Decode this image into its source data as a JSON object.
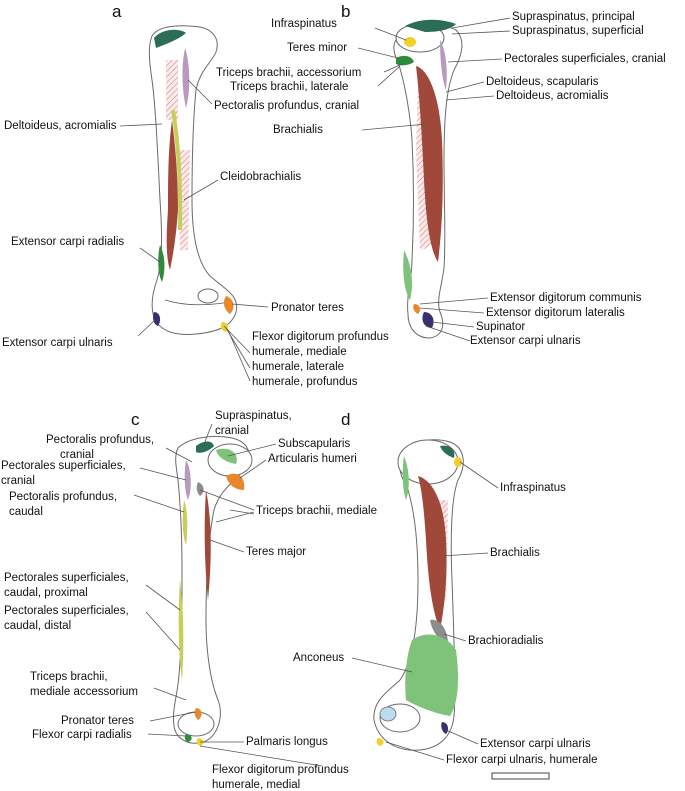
{
  "colors": {
    "muscle_brown": "#a0483a",
    "muscle_green": "#2f8a3c",
    "muscle_lightgreen": "#7fc27a",
    "muscle_yellowgreen": "#c7cf58",
    "muscle_purple": "#b89abf",
    "muscle_darkpurple": "#3a2f6e",
    "muscle_orange": "#e7892a",
    "muscle_yellow": "#f2d028",
    "muscle_grey": "#8c8c8c",
    "muscle_teal": "#2c6e55",
    "muscle_lightblue": "#b9dcef",
    "bone_outline": "#6a6a6a"
  },
  "panels": {
    "a": {
      "letter": "a",
      "labels": {
        "deltoideus_acromialis": "Deltoideus, acromialis",
        "pectoralis_profundus_cranial": "Pectoralis profundus, cranial",
        "cleidobrachialis": "Cleidobrachialis",
        "extensor_carpi_radialis": "Extensor carpi radialis",
        "pronator_teres": "Pronator teres",
        "extensor_carpi_ulnaris": "Extensor carpi ulnaris",
        "fdp_1": "Flexor digitorum profundus",
        "fdp_2": "humerale, mediale",
        "fdp_3": "humerale, laterale",
        "fdp_4": "humerale, profundus"
      }
    },
    "b": {
      "letter": "b",
      "labels": {
        "infraspinatus": "Infraspinatus",
        "supraspinatus_principal": "Supraspinatus, principal",
        "supraspinatus_superficial": "Supraspinatus, superficial",
        "teres_minor": "Teres minor",
        "pectorales_superficiales_cranial": "Pectorales superficiales, cranial",
        "triceps_accessorium": "Triceps brachii, accessorium",
        "triceps_laterale": "Triceps brachii, laterale",
        "deltoideus_scapularis": "Deltoideus, scapularis",
        "deltoideus_acromialis": "Deltoideus, acromialis",
        "brachialis": "Brachialis",
        "extensor_digitorum_communis": "Extensor digitorum communis",
        "extensor_digitorum_lateralis": "Extensor digitorum lateralis",
        "supinator": "Supinator",
        "extensor_carpi_ulnaris": "Extensor carpi ulnaris"
      }
    },
    "c": {
      "letter": "c",
      "labels": {
        "supraspinatus_1": "Supraspinatus,",
        "supraspinatus_2": "cranial",
        "pect_prof_cranial_1": "Pectoralis profundus,",
        "pect_prof_cranial_2": "cranial",
        "subscapularis": "Subscapularis",
        "articularis_humeri": "Articularis humeri",
        "pect_sup_cranial_1": "Pectorales superficiales,",
        "pect_sup_cranial_2": "cranial",
        "pect_prof_caudal_1": "Pectoralis profundus,",
        "pect_prof_caudal_2": "caudal",
        "triceps_mediale": "Triceps brachii, mediale",
        "teres_major": "Teres major",
        "pect_sup_caudal_prox_1": "Pectorales superficiales,",
        "pect_sup_caudal_prox_2": "caudal, proximal",
        "pect_sup_caudal_dist_1": "Pectorales superficiales,",
        "pect_sup_caudal_dist_2": "caudal, distal",
        "triceps_med_acc_1": "Triceps brachii,",
        "triceps_med_acc_2": "mediale accessorium",
        "pronator_teres": "Pronator teres",
        "flexor_carpi_radialis": "Flexor carpi radialis",
        "palmaris_longus": "Palmaris longus",
        "fdp_1": "Flexor digitorum profundus",
        "fdp_2": "humerale, medial"
      }
    },
    "d": {
      "letter": "d",
      "labels": {
        "infraspinatus": "Infraspinatus",
        "brachialis": "Brachialis",
        "brachioradialis": "Brachioradialis",
        "anconeus": "Anconeus",
        "extensor_carpi_ulnaris": "Extensor carpi ulnaris",
        "flexor_carpi_ulnaris_humerale": "Flexor carpi ulnaris, humerale"
      }
    }
  }
}
